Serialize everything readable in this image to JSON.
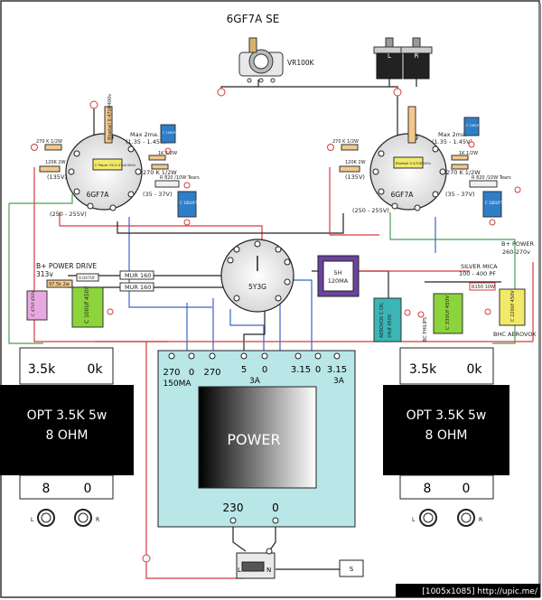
{
  "title": "6GF7A SE",
  "pot": {
    "label": "VR100K"
  },
  "inputs": {
    "left": "L",
    "right": "R"
  },
  "left_stage": {
    "tube": "6GF7A",
    "res_top": "270 K 1/2W",
    "res_left": "120K 2W",
    "v_135": "(135V)",
    "max": "Max 2ma.",
    "max_range": "(1.35 - 1.45V)",
    "cap_paper": "C Paper Oil 0.47uf/400v",
    "res_1k": "1K 1/2W",
    "res_270_2": "270 K 1/2W",
    "res_r820": "R 820 /10W Tears",
    "v_35": "(35 - 37V)",
    "cap_100uf": "C 100Uf 50V",
    "v_250": "(250 - 255V)",
    "cap_100uf_25v": "C 100Uf 25V",
    "bluetail": "Bluetail 0.47Uf/400v"
  },
  "right_stage": {
    "tube": "6GF7A",
    "res_top": "270 K 1/2W",
    "res_left": "120K 2W",
    "v_135": "(135V)",
    "max": "Max 2ma.",
    "max_range": "(1.35 - 1.45V)",
    "cap_blue": "Bluetail 0.47Uf/400v",
    "res_1k": "1K 1/2W",
    "res_270_2": "270 K 1/2W",
    "res_r820": "R 820 /10W Tears",
    "v_35": "(35 - 37V)",
    "cap_100uf": "C 100Uf 50V",
    "v_250": "(250 - 255V)",
    "cap_100uf_25v": "C 100Uf 25V"
  },
  "power_drive": {
    "label": "B+ POWER DRIVE",
    "volt": "313v",
    "res": "97.5k 2w",
    "cap47": "C 47Uf 450V",
    "cap_small": "0.047Uf",
    "cap100": "C 100Uf 450V",
    "mur1": "MUR 160",
    "mur2": "MUR 160"
  },
  "rectifier": {
    "tube": "5Y3G"
  },
  "choke": {
    "value": "5H",
    "current": "120MA"
  },
  "aerovox": {
    "label": "AEROVOX C OIL",
    "value": "24Uf 450V"
  },
  "b_power": {
    "label": "B+ POWER",
    "volt": "260-270v",
    "mica": "SILVER MICA",
    "mica_range": "100 - 400 PF",
    "res": "R150 10W",
    "cap330": "C 330Uf 450V",
    "bc": "BC PHILIPS",
    "cap220": "C 220Uf 450V",
    "bhc": "BHC AEROVOX"
  },
  "opt_left": {
    "z_a": "3.5k",
    "z_b": "0k",
    "line1": "OPT 3.5K 5w",
    "line2": "8 OHM",
    "out_8": "8",
    "out_0": "0",
    "jack_l": "L",
    "jack_r": "R"
  },
  "opt_right": {
    "z_a": "3.5k",
    "z_b": "0k",
    "line1": "OPT 3.5K 5w",
    "line2": "8 OHM",
    "out_8": "8",
    "out_0": "0",
    "jack_l": "L",
    "jack_r": "R"
  },
  "power_tx": {
    "label": "POWER",
    "t1": "270",
    "t2": "0",
    "t3": "270",
    "hv_current": "150MA",
    "t4": "5",
    "t5": "0",
    "rect_current": "3A",
    "t6": "3.15",
    "t7": "0",
    "t8": "3.15",
    "fil_current": "3A",
    "p230": "230",
    "p0": "0"
  },
  "mains": {
    "l": "L",
    "n": "N",
    "switch": "S"
  },
  "watermark": "[1005x1085] http://upic.me/"
}
